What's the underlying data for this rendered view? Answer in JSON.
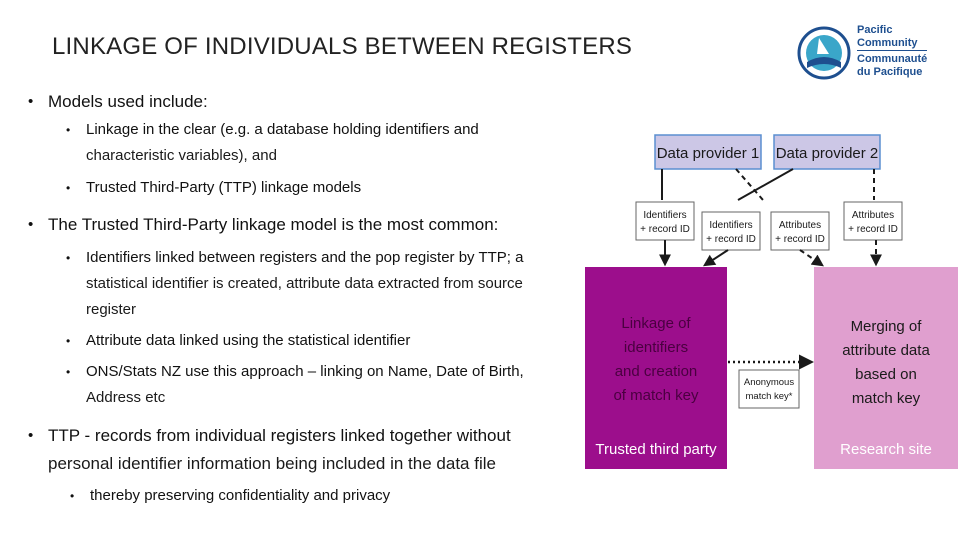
{
  "title": "LINKAGE OF INDIVIDUALS BETWEEN REGISTERS",
  "logo": {
    "line1": "Pacific",
    "line2": "Community",
    "line3": "Communauté",
    "line4": "du Pacifique"
  },
  "bullets": {
    "b1": "Models used include:",
    "b1_1": "Linkage in the clear (e.g. a database holding identifiers and",
    "b1_1b": "characteristic variables), and",
    "b1_2": "Trusted Third-Party (TTP) linkage models",
    "b2": "The Trusted Third-Party linkage model is the most common:",
    "b2_1a": "Identifiers linked between registers and the pop register by TTP; a",
    "b2_1b": "statistical identifier is created, attribute data extracted from source",
    "b2_1c": "register",
    "b2_2": "Attribute data linked using the statistical identifier",
    "b2_3a": "ONS/Stats NZ use this approach – linking on Name, Date of Birth,",
    "b2_3b": "Address etc",
    "b3a": "TTP - records from individual registers linked together without",
    "b3b": "personal identifier information being included in the data file",
    "b3_1": "thereby preserving confidentiality and privacy"
  },
  "diagram": {
    "provider1": "Data provider 1",
    "provider2": "Data provider 2",
    "ids1_a": "Identifiers",
    "ids1_b": "+ record ID",
    "ids2_a": "Identifiers",
    "ids2_b": "+ record ID",
    "attr1_a": "Attributes",
    "attr1_b": "+ record ID",
    "attr2_a": "Attributes",
    "attr2_b": "+ record ID",
    "ttp_l1": "Linkage of",
    "ttp_l2": "identifiers",
    "ttp_l3": "and creation",
    "ttp_l4": "of match key",
    "ttp_label": "Trusted third party",
    "rs_l1": "Merging of",
    "rs_l2": "attribute data",
    "rs_l3": "based on",
    "rs_l4": "match key",
    "rs_label": "Research site",
    "anon_a": "Anonymous",
    "anon_b": "match key*"
  },
  "colors": {
    "ttp": "#9c0e8c",
    "research": "#e09fcf",
    "provider": "#ccc7e6",
    "logo": "#1e4f8f"
  }
}
